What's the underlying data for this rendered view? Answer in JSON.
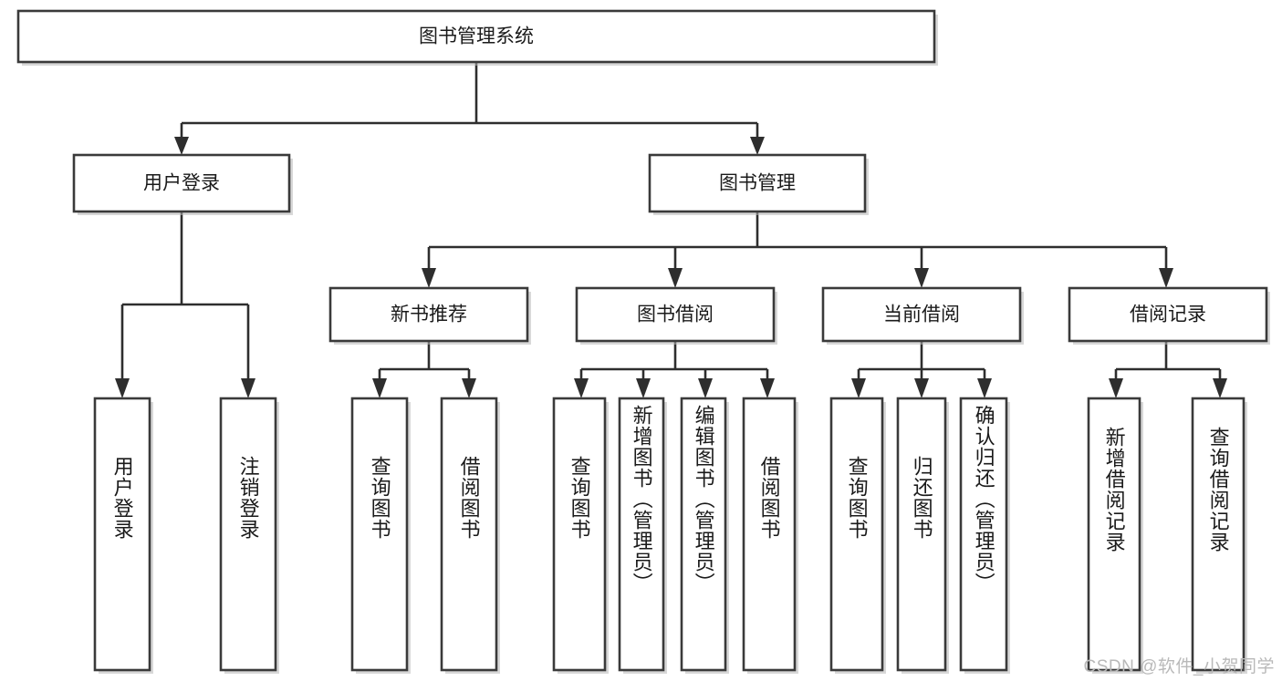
{
  "diagram": {
    "title": "图书管理系统",
    "watermark": "CSDN @软件_小贺同学",
    "type": "tree",
    "orientation": "top-down",
    "levels": 4,
    "colors": {
      "box_stroke": "#3a3a3a",
      "box_fill": "#ffffff",
      "connector": "#2e2e2e",
      "text": "#1a1a1a",
      "watermark": "#b9b9b9",
      "background": "#ffffff"
    },
    "root": {
      "label": "图书管理系统"
    },
    "level2": [
      {
        "label": "用户登录"
      },
      {
        "label": "图书管理"
      }
    ],
    "level3": [
      {
        "label": "新书推荐"
      },
      {
        "label": "图书借阅"
      },
      {
        "label": "当前借阅"
      },
      {
        "label": "借阅记录"
      }
    ],
    "leaves": {
      "user_login": [
        {
          "label": "用户登录"
        },
        {
          "label": "注销登录"
        }
      ],
      "new_book": [
        {
          "label": "查询图书"
        },
        {
          "label": "借阅图书"
        }
      ],
      "book_borrow": [
        {
          "label": "查询图书"
        },
        {
          "label": "新增图书（管理员）"
        },
        {
          "label": "编辑图书（管理员）"
        },
        {
          "label": "借阅图书"
        }
      ],
      "current_borrow": [
        {
          "label": "查询图书"
        },
        {
          "label": "归还图书"
        },
        {
          "label": "确认归还（管理员）"
        }
      ],
      "borrow_record": [
        {
          "label": "新增借阅记录"
        },
        {
          "label": "查询借阅记录"
        }
      ]
    }
  }
}
